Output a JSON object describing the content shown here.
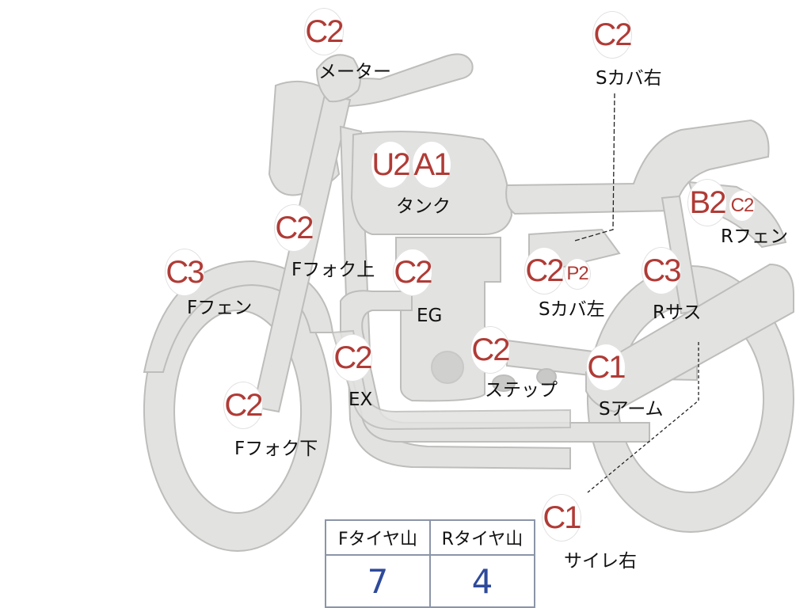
{
  "colors": {
    "body": "#e2e2e0",
    "outline": "#bdbdbb",
    "badge_text": "#b03b36",
    "tire_value": "#2e4a9a",
    "table_border": "#8b95a8"
  },
  "parts": {
    "meter": {
      "code": "C2",
      "label": "メーター"
    },
    "side_cover_right": {
      "code": "C2",
      "label": "Sカバ右"
    },
    "tank": {
      "codes": [
        "U2",
        "A1"
      ],
      "label": "タンク"
    },
    "rear_fender": {
      "codes": [
        "B2",
        "C2"
      ],
      "label": "Rフェン"
    },
    "front_fork_upper": {
      "code": "C2",
      "label": "Fフォク上"
    },
    "front_fender": {
      "code": "C3",
      "label": "Fフェン"
    },
    "engine": {
      "code": "C2",
      "label": "EG"
    },
    "side_cover_left": {
      "codes": [
        "C2",
        "P2"
      ],
      "label": "Sカバ左"
    },
    "rear_suspension": {
      "code": "C3",
      "label": "Rサス"
    },
    "exhaust": {
      "code": "C2",
      "label": "EX"
    },
    "step": {
      "code": "C2",
      "label": "ステップ"
    },
    "swing_arm": {
      "code": "C1",
      "label": "Sアーム"
    },
    "front_fork_lower": {
      "code": "C2",
      "label": "Fフォク下"
    },
    "muffler_right": {
      "code": "C1",
      "label": "サイレ右"
    }
  },
  "tire_table": {
    "headers": [
      "Fタイヤ山",
      "Rタイヤ山"
    ],
    "values": [
      "7",
      "4"
    ]
  }
}
